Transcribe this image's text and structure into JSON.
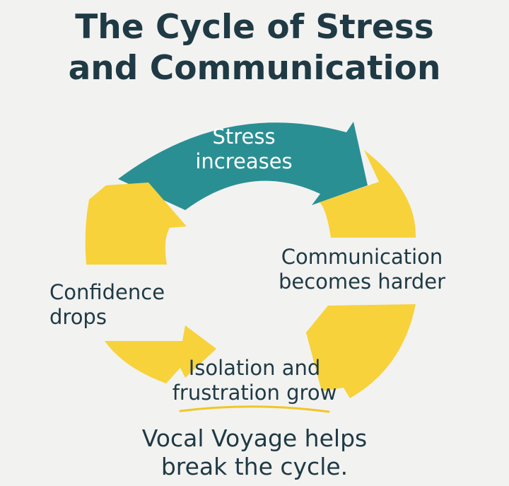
{
  "title": {
    "line1": "The Cycle of Stress",
    "line2": "and Communication"
  },
  "stages": {
    "stress": {
      "line1": "Stress",
      "line2": "increases"
    },
    "communication": {
      "line1": "Communication",
      "line2": "becomes harder"
    },
    "isolation": {
      "line1": "Isolation and",
      "line2": "frustration grow"
    },
    "confidence": {
      "line1": "Confidence",
      "line2": "drops"
    }
  },
  "tagline": {
    "line1": "Vocal Voyage helps",
    "line2": "break the cycle."
  },
  "colors": {
    "teal": "#2a8f93",
    "yellow": "#f7d23b",
    "text": "#1f3a44",
    "background": "#f2f2f1"
  }
}
